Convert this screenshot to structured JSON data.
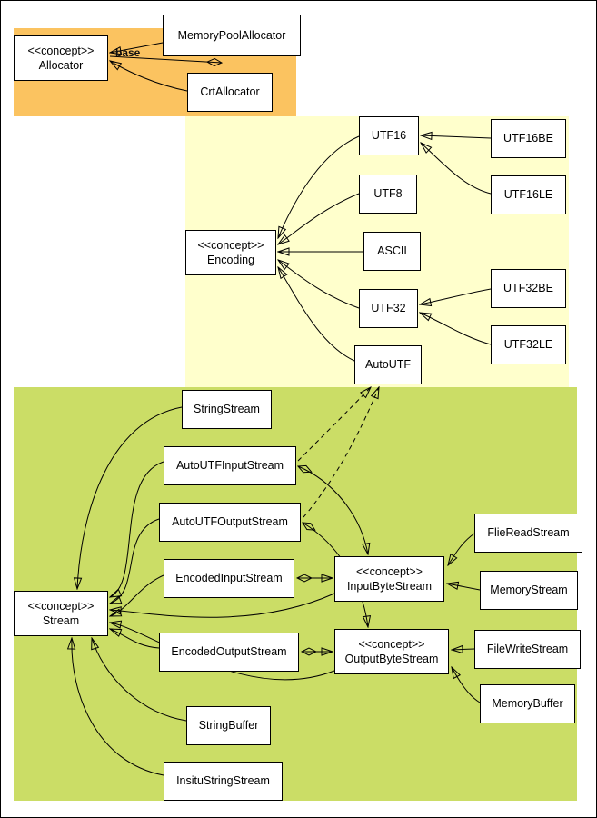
{
  "colors": {
    "allocator_group": "#FBC360",
    "encoding_group": "#FFFFCC",
    "stream_group": "#CBDD66",
    "node_background": "#FFFFFF",
    "line": "#000000"
  },
  "edge_labels": {
    "base": "base"
  },
  "nodes": {
    "memoryPoolAllocator": {
      "name": "MemoryPoolAllocator"
    },
    "allocator": {
      "stereotype": "<<concept>>",
      "name": "Allocator"
    },
    "crtAllocator": {
      "name": "CrtAllocator"
    },
    "encoding": {
      "stereotype": "<<concept>>",
      "name": "Encoding"
    },
    "utf16": {
      "name": "UTF16"
    },
    "utf8": {
      "name": "UTF8"
    },
    "ascii": {
      "name": "ASCII"
    },
    "utf32": {
      "name": "UTF32"
    },
    "autoUtf": {
      "name": "AutoUTF"
    },
    "utf16be": {
      "name": "UTF16BE"
    },
    "utf16le": {
      "name": "UTF16LE"
    },
    "utf32be": {
      "name": "UTF32BE"
    },
    "utf32le": {
      "name": "UTF32LE"
    },
    "stringStream": {
      "name": "StringStream"
    },
    "autoUtfInputStream": {
      "name": "AutoUTFInputStream"
    },
    "autoUtfOutputStream": {
      "name": "AutoUTFOutputStream"
    },
    "encodedInputStream": {
      "name": "EncodedInputStream"
    },
    "stream": {
      "stereotype": "<<concept>>",
      "name": "Stream"
    },
    "encodedOutputStream": {
      "name": "EncodedOutputStream"
    },
    "stringBuffer": {
      "name": "StringBuffer"
    },
    "insituStringStream": {
      "name": "InsituStringStream"
    },
    "inputByteStream": {
      "stereotype": "<<concept>>",
      "name": "InputByteStream"
    },
    "outputByteStream": {
      "stereotype": "<<concept>>",
      "name": "OutputByteStream"
    },
    "flieReadStream": {
      "name": "FlieReadStream"
    },
    "memoryStream": {
      "name": "MemoryStream"
    },
    "fileWriteStream": {
      "name": "FileWriteStream"
    },
    "memoryBuffer": {
      "name": "MemoryBuffer"
    }
  },
  "relationships": [
    {
      "from": "MemoryPoolAllocator",
      "to": "Allocator",
      "type": "realization"
    },
    {
      "from": "MemoryPoolAllocator",
      "to": "Allocator",
      "type": "aggregation",
      "label": "base"
    },
    {
      "from": "CrtAllocator",
      "to": "Allocator",
      "type": "realization"
    },
    {
      "from": "UTF16",
      "to": "Encoding",
      "type": "realization"
    },
    {
      "from": "UTF8",
      "to": "Encoding",
      "type": "realization"
    },
    {
      "from": "ASCII",
      "to": "Encoding",
      "type": "realization"
    },
    {
      "from": "UTF32",
      "to": "Encoding",
      "type": "realization"
    },
    {
      "from": "AutoUTF",
      "to": "Encoding",
      "type": "realization"
    },
    {
      "from": "UTF16BE",
      "to": "UTF16",
      "type": "realization"
    },
    {
      "from": "UTF16LE",
      "to": "UTF16",
      "type": "realization"
    },
    {
      "from": "UTF32BE",
      "to": "UTF32",
      "type": "realization"
    },
    {
      "from": "UTF32LE",
      "to": "UTF32",
      "type": "realization"
    },
    {
      "from": "StringStream",
      "to": "Stream",
      "type": "realization"
    },
    {
      "from": "AutoUTFInputStream",
      "to": "Stream",
      "type": "realization"
    },
    {
      "from": "AutoUTFOutputStream",
      "to": "Stream",
      "type": "realization"
    },
    {
      "from": "EncodedInputStream",
      "to": "Stream",
      "type": "realization"
    },
    {
      "from": "EncodedOutputStream",
      "to": "Stream",
      "type": "realization"
    },
    {
      "from": "StringBuffer",
      "to": "Stream",
      "type": "realization"
    },
    {
      "from": "InsituStringStream",
      "to": "Stream",
      "type": "realization"
    },
    {
      "from": "InputByteStream",
      "to": "Stream",
      "type": "realization"
    },
    {
      "from": "OutputByteStream",
      "to": "Stream",
      "type": "realization"
    },
    {
      "from": "EncodedInputStream",
      "to": "InputByteStream",
      "type": "aggregation"
    },
    {
      "from": "EncodedOutputStream",
      "to": "OutputByteStream",
      "type": "aggregation"
    },
    {
      "from": "AutoUTFInputStream",
      "to": "InputByteStream",
      "type": "aggregation"
    },
    {
      "from": "AutoUTFOutputStream",
      "to": "OutputByteStream",
      "type": "aggregation"
    },
    {
      "from": "AutoUTFInputStream",
      "to": "AutoUTF",
      "type": "dependency"
    },
    {
      "from": "AutoUTFOutputStream",
      "to": "AutoUTF",
      "type": "dependency"
    },
    {
      "from": "FlieReadStream",
      "to": "InputByteStream",
      "type": "realization"
    },
    {
      "from": "MemoryStream",
      "to": "InputByteStream",
      "type": "realization"
    },
    {
      "from": "FileWriteStream",
      "to": "OutputByteStream",
      "type": "realization"
    },
    {
      "from": "MemoryBuffer",
      "to": "OutputByteStream",
      "type": "realization"
    }
  ]
}
